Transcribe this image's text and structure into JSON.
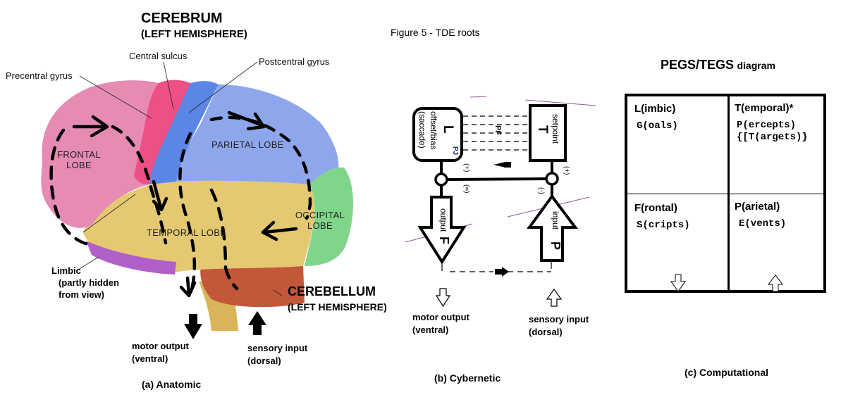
{
  "figure_title": "Figure 5 - TDE roots",
  "anatomic": {
    "cerebrum_title": "CEREBRUM",
    "cerebrum_subtitle": "(LEFT HEMISPHERE)",
    "labels": {
      "central_sulcus": "Central sulcus",
      "precentral_gyrus": "Precentral gyrus",
      "postcentral_gyrus": "Postcentral gyrus"
    },
    "lobes": {
      "frontal": [
        "FRONTAL",
        "LOBE"
      ],
      "parietal": "PARIETAL LOBE",
      "occipital": [
        "OCCIPITAL",
        "LOBE"
      ],
      "temporal": "TEMPORAL LOBE"
    },
    "limbic": [
      "Limbic",
      "(partly hidden",
      "from view)"
    ],
    "cerebellum_title": "CEREBELLUM",
    "cerebellum_subtitle": "(LEFT HEMISPHERE)",
    "motor_output": [
      "motor output",
      "(ventral)"
    ],
    "sensory_input": [
      "sensory input",
      "(dorsal)"
    ],
    "caption": "(a) Anatomic",
    "colors": {
      "frontal": "#e58bb4",
      "precentral": "#ee4f86",
      "postcentral": "#5b86e6",
      "parietal": "#8ea7ec",
      "temporal": "#e5c872",
      "occipital": "#7fd68a",
      "limbic": "#b060c8",
      "cerebellum": "#c2573a",
      "brainstem": "#d9b45a"
    }
  },
  "cybernetic": {
    "L_box": {
      "letter": "L",
      "line1": "offset/bias",
      "line2": "(saccade)",
      "tag": "PJ"
    },
    "T_box": {
      "letter": "T",
      "label": "setpoint"
    },
    "pf_label": "PF",
    "signs": {
      "left_top": "(+)",
      "left_bottom": "(=)",
      "right_top": "(+)",
      "right_bottom": "(-)"
    },
    "output_arrow": {
      "letter": "F",
      "label": "output"
    },
    "input_arrow": {
      "letter": "P",
      "label": "input"
    },
    "motor_output": [
      "motor output",
      "(ventral)"
    ],
    "sensory_input": [
      "sensory input",
      "(dorsal)"
    ],
    "caption": "(b) Cybernetic"
  },
  "computational": {
    "title_main": "PEGS/TEGS",
    "title_suffix": "diagram",
    "cells": [
      {
        "title": "L(imbic)",
        "lines": [
          "G(oals)"
        ]
      },
      {
        "title": "T(emporal)*",
        "lines": [
          "P(ercepts)",
          "{[T(argets)}"
        ]
      },
      {
        "title": "F(rontal)",
        "lines": [
          "S(cripts)"
        ],
        "arrow": "down"
      },
      {
        "title": "P(arietal)",
        "lines": [
          "E(vents)"
        ],
        "arrow": "up"
      }
    ],
    "caption": "(c) Computational"
  }
}
